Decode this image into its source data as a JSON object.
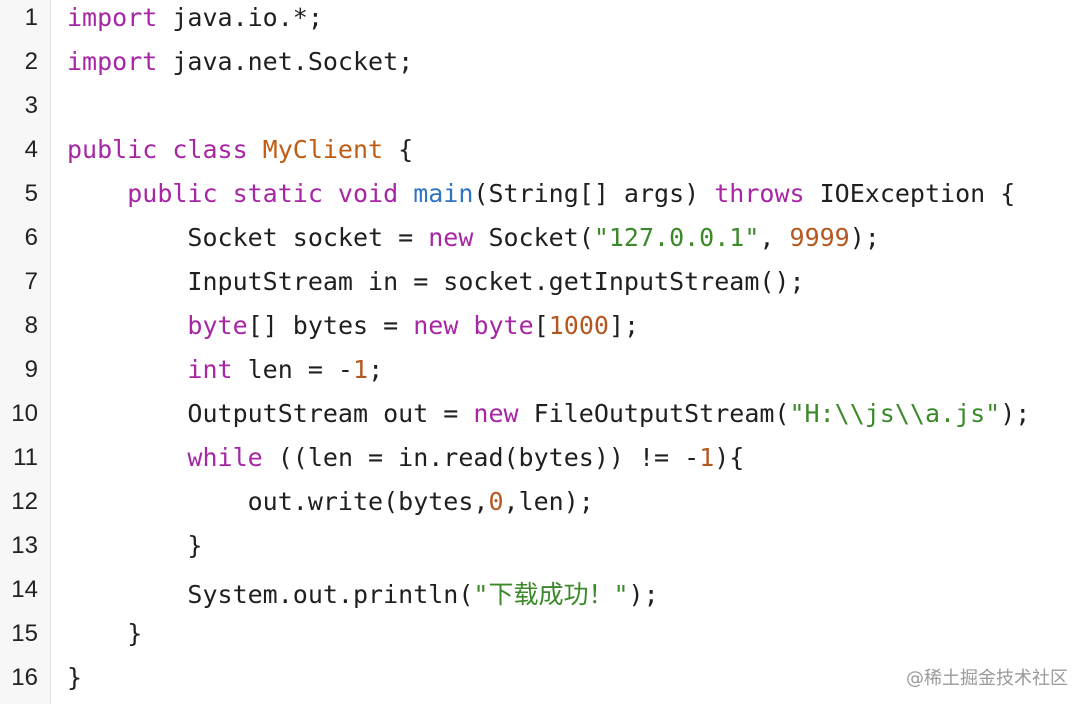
{
  "colors": {
    "keyword": "#a626a4",
    "class_name": "#c25b12",
    "function_name": "#2f74c0",
    "string": "#3b8a2a",
    "number": "#b5581f",
    "text": "#1f1f1f",
    "gutter_bg": "#f7f7f7"
  },
  "lines": [
    {
      "number": "1",
      "indent": "",
      "tokens": [
        {
          "t": "import",
          "c": "kw"
        },
        {
          "t": " java.io.*;",
          "c": ""
        }
      ]
    },
    {
      "number": "2",
      "indent": "",
      "tokens": [
        {
          "t": "import",
          "c": "kw"
        },
        {
          "t": " java.net.Socket;",
          "c": ""
        }
      ]
    },
    {
      "number": "3",
      "indent": "",
      "tokens": []
    },
    {
      "number": "4",
      "indent": "",
      "tokens": [
        {
          "t": "public class ",
          "c": "kw"
        },
        {
          "t": "MyClient",
          "c": "cls"
        },
        {
          "t": " {",
          "c": ""
        }
      ]
    },
    {
      "number": "5",
      "indent": "    ",
      "tokens": [
        {
          "t": "public static void ",
          "c": "kw"
        },
        {
          "t": "main",
          "c": "fn"
        },
        {
          "t": "(String[] args) ",
          "c": ""
        },
        {
          "t": "throws",
          "c": "kw"
        },
        {
          "t": " IOException {",
          "c": ""
        }
      ]
    },
    {
      "number": "6",
      "indent": "        ",
      "tokens": [
        {
          "t": "Socket socket = ",
          "c": ""
        },
        {
          "t": "new",
          "c": "kw"
        },
        {
          "t": " Socket(",
          "c": ""
        },
        {
          "t": "\"127.0.0.1\"",
          "c": "str"
        },
        {
          "t": ", ",
          "c": ""
        },
        {
          "t": "9999",
          "c": "num"
        },
        {
          "t": ");",
          "c": ""
        }
      ]
    },
    {
      "number": "7",
      "indent": "        ",
      "tokens": [
        {
          "t": "InputStream in = socket.getInputStream();",
          "c": ""
        }
      ]
    },
    {
      "number": "8",
      "indent": "        ",
      "tokens": [
        {
          "t": "byte",
          "c": "kw"
        },
        {
          "t": "[] bytes = ",
          "c": ""
        },
        {
          "t": "new",
          "c": "kw"
        },
        {
          "t": " ",
          "c": ""
        },
        {
          "t": "byte",
          "c": "kw"
        },
        {
          "t": "[",
          "c": ""
        },
        {
          "t": "1000",
          "c": "num"
        },
        {
          "t": "];",
          "c": ""
        }
      ]
    },
    {
      "number": "9",
      "indent": "        ",
      "tokens": [
        {
          "t": "int",
          "c": "kw"
        },
        {
          "t": " len = -",
          "c": ""
        },
        {
          "t": "1",
          "c": "num"
        },
        {
          "t": ";",
          "c": ""
        }
      ]
    },
    {
      "number": "10",
      "indent": "        ",
      "tokens": [
        {
          "t": "OutputStream out = ",
          "c": ""
        },
        {
          "t": "new",
          "c": "kw"
        },
        {
          "t": " FileOutputStream(",
          "c": ""
        },
        {
          "t": "\"H:\\\\js\\\\a.js\"",
          "c": "str"
        },
        {
          "t": ");",
          "c": ""
        }
      ]
    },
    {
      "number": "11",
      "indent": "        ",
      "tokens": [
        {
          "t": "while",
          "c": "kw"
        },
        {
          "t": " ((len = in.read(bytes)) != -",
          "c": ""
        },
        {
          "t": "1",
          "c": "num"
        },
        {
          "t": "){",
          "c": ""
        }
      ]
    },
    {
      "number": "12",
      "indent": "            ",
      "tokens": [
        {
          "t": "out.write(bytes,",
          "c": ""
        },
        {
          "t": "0",
          "c": "num"
        },
        {
          "t": ",len);",
          "c": ""
        }
      ]
    },
    {
      "number": "13",
      "indent": "        ",
      "tokens": [
        {
          "t": "}",
          "c": ""
        }
      ]
    },
    {
      "number": "14",
      "indent": "        ",
      "tokens": [
        {
          "t": "System.out.println(",
          "c": ""
        },
        {
          "t": "\"下载成功！\"",
          "c": "str"
        },
        {
          "t": ");",
          "c": ""
        }
      ]
    },
    {
      "number": "15",
      "indent": "    ",
      "tokens": [
        {
          "t": "}",
          "c": ""
        }
      ]
    },
    {
      "number": "16",
      "indent": "",
      "tokens": [
        {
          "t": "}",
          "c": ""
        }
      ]
    }
  ],
  "watermark": "@稀土掘金技术社区"
}
